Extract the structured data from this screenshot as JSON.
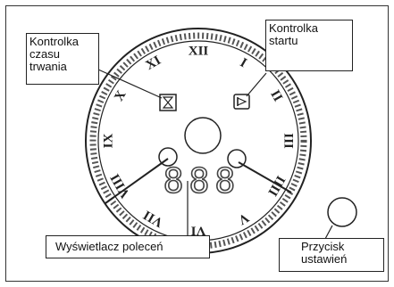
{
  "labels": {
    "duration_indicator": "Kontrolka czasu trwania",
    "start_indicator": "Kontrolka startu",
    "command_display": "Wyświetlacz poleceń",
    "settings_button": "Przycisk ustawień"
  },
  "dial_numerals": [
    "XII",
    "I",
    "II",
    "III",
    "IIII",
    "V",
    "VI",
    "VII",
    "VIII",
    "IX",
    "X",
    "XI"
  ],
  "display_digits": "888"
}
